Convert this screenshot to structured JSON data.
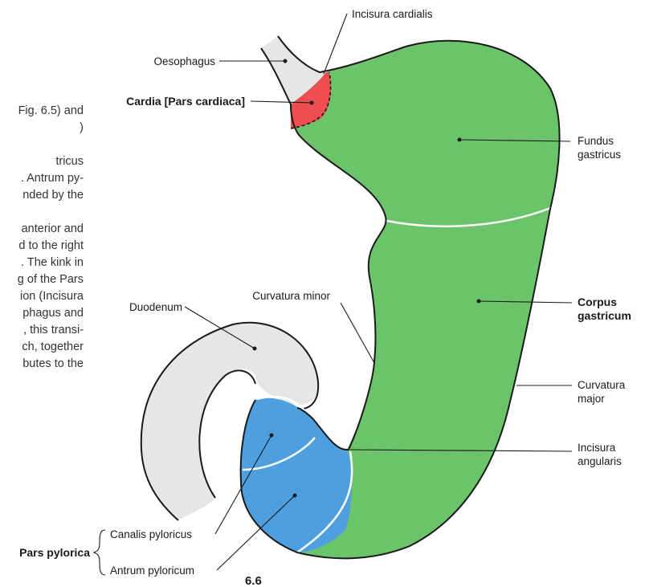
{
  "figure_number": "6.6",
  "body_text_fragments": [
    "Fig. 6.5) and",
    ")",
    "",
    "tricus",
    ". Antrum py-",
    "nded by the",
    "",
    "anterior and",
    "d to the right",
    ". The kink in",
    "g of the Pars",
    "ion (Incisura",
    "phagus and",
    ", this transi-",
    "ch, together",
    "butes to the"
  ],
  "labels": {
    "incisura_cardialis": "Incisura cardialis",
    "oesophagus": "Oesophagus",
    "cardia": "Cardia [Pars cardiaca]",
    "fundus_line1": "Fundus",
    "fundus_line2": "gastricus",
    "corpus_line1": "Corpus",
    "corpus_line2": "gastricum",
    "curvatura_minor": "Curvatura minor",
    "duodenum": "Duodenum",
    "curvatura_major_line1": "Curvatura",
    "curvatura_major_line2": "major",
    "incisura_angularis_line1": "Incisura",
    "incisura_angularis_line2": "angularis",
    "canalis_pyloricus": "Canalis pyloricus",
    "antrum_pyloricum": "Antrum pyloricum",
    "pars_pylorica": "Pars pylorica"
  },
  "colors": {
    "stomach_green": "#6cc46a",
    "cardia_red": "#ef4e50",
    "pylorus_blue": "#4d9fe0",
    "duodenum_gray": "#e6e6e6",
    "outline": "#1a1a1a"
  }
}
